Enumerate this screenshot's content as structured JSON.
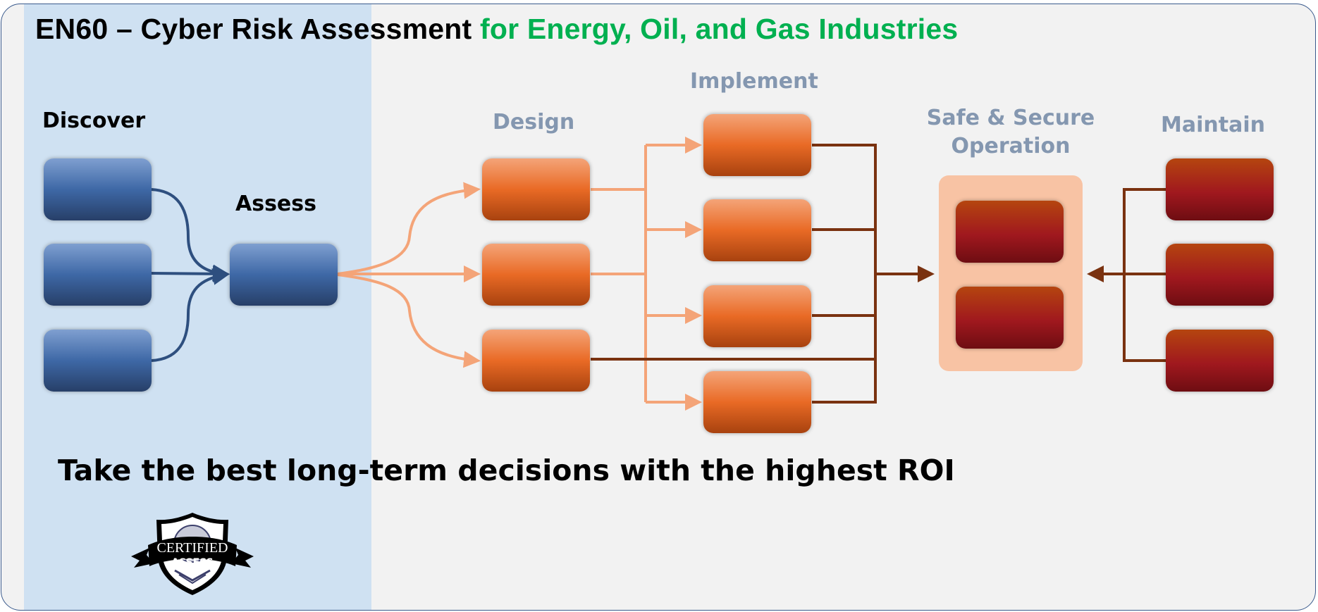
{
  "title": {
    "main": "EN60 – Cyber Risk Assessment ",
    "accent": "for Energy, Oil, and Gas Industries"
  },
  "stages": {
    "discover": "Discover",
    "assess": "Assess",
    "design": "Design",
    "implement": "Implement",
    "operation_line1": "Safe & Secure",
    "operation_line2": "Operation",
    "maintain": "Maintain"
  },
  "tagline": "Take the best long-term decisions with the highest ROI",
  "badge": {
    "top": "CERTIFIED",
    "bottom": "ASSESS"
  },
  "colors": {
    "accent_green": "#00b050",
    "panel_blue": "#cfe1f2",
    "stage_label": "#8497b0",
    "blue_connector": "#2e4f7f",
    "light_orange_connector": "#f4a478",
    "dark_brown_connector": "#7a3210",
    "operation_bg": "#f8c3a4"
  },
  "diagram": {
    "discover_boxes": 3,
    "assess_boxes": 1,
    "design_boxes": 3,
    "implement_boxes": 4,
    "operation_boxes": 2,
    "maintain_boxes": 3
  }
}
